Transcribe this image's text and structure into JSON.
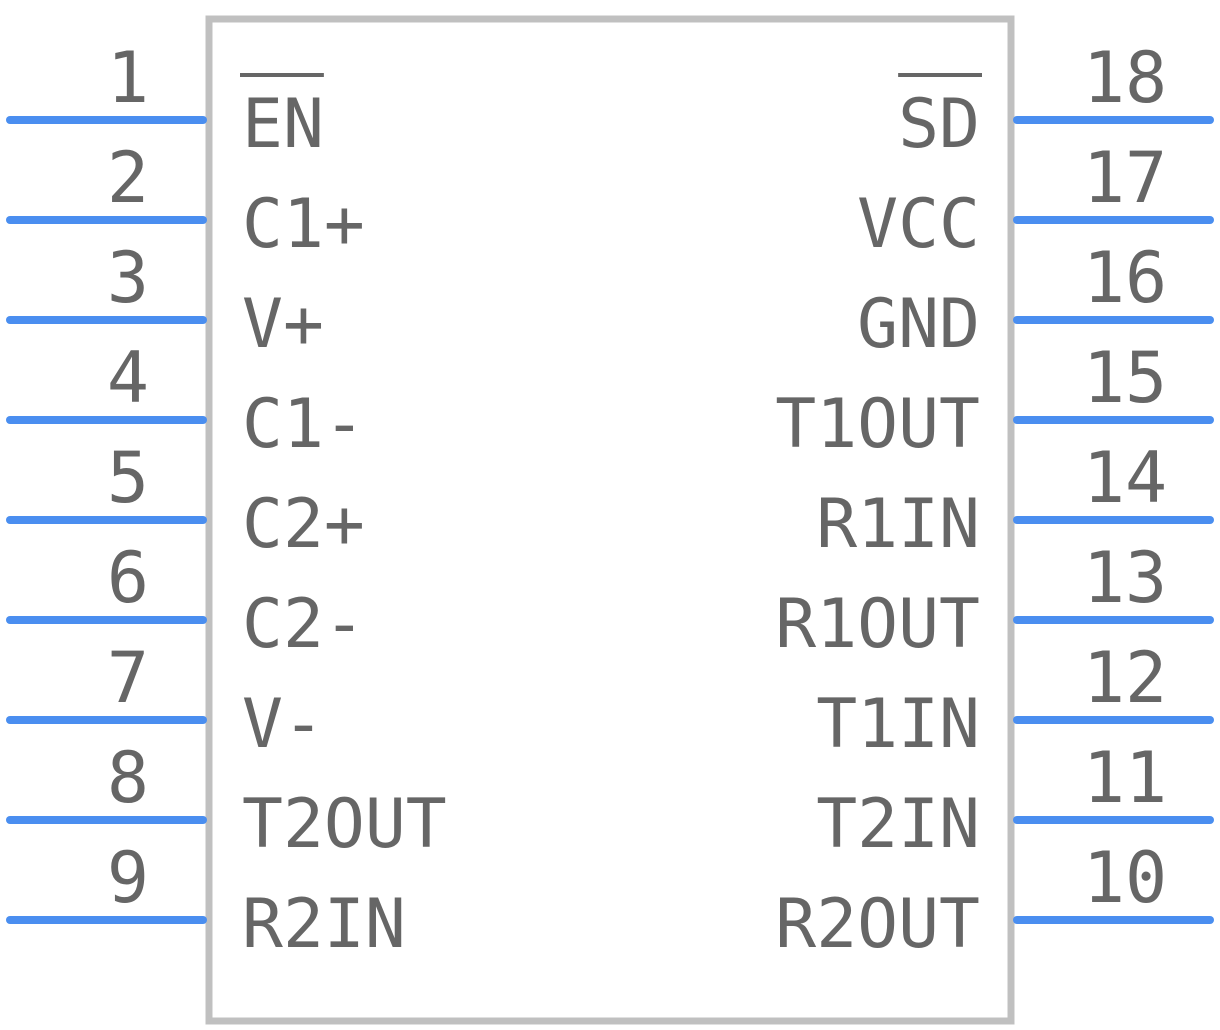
{
  "colors": {
    "body_outline": "#c0c0c0",
    "pin": "#4a8ef0",
    "text": "#666666",
    "background": "#ffffff"
  },
  "left_pins": [
    {
      "number": "1",
      "name": "EN",
      "overbar": true
    },
    {
      "number": "2",
      "name": "C1+",
      "overbar": false
    },
    {
      "number": "3",
      "name": "V+",
      "overbar": false
    },
    {
      "number": "4",
      "name": "C1-",
      "overbar": false
    },
    {
      "number": "5",
      "name": "C2+",
      "overbar": false
    },
    {
      "number": "6",
      "name": "C2-",
      "overbar": false
    },
    {
      "number": "7",
      "name": "V-",
      "overbar": false
    },
    {
      "number": "8",
      "name": "T2OUT",
      "overbar": false
    },
    {
      "number": "9",
      "name": "R2IN",
      "overbar": false
    }
  ],
  "right_pins": [
    {
      "number": "18",
      "name": "SD",
      "overbar": true
    },
    {
      "number": "17",
      "name": "VCC",
      "overbar": false
    },
    {
      "number": "16",
      "name": "GND",
      "overbar": false
    },
    {
      "number": "15",
      "name": "T1OUT",
      "overbar": false
    },
    {
      "number": "14",
      "name": "R1IN",
      "overbar": false
    },
    {
      "number": "13",
      "name": "R1OUT",
      "overbar": false
    },
    {
      "number": "12",
      "name": "T1IN",
      "overbar": false
    },
    {
      "number": "11",
      "name": "T2IN",
      "overbar": false
    },
    {
      "number": "10",
      "name": "R2OUT",
      "overbar": false
    }
  ]
}
